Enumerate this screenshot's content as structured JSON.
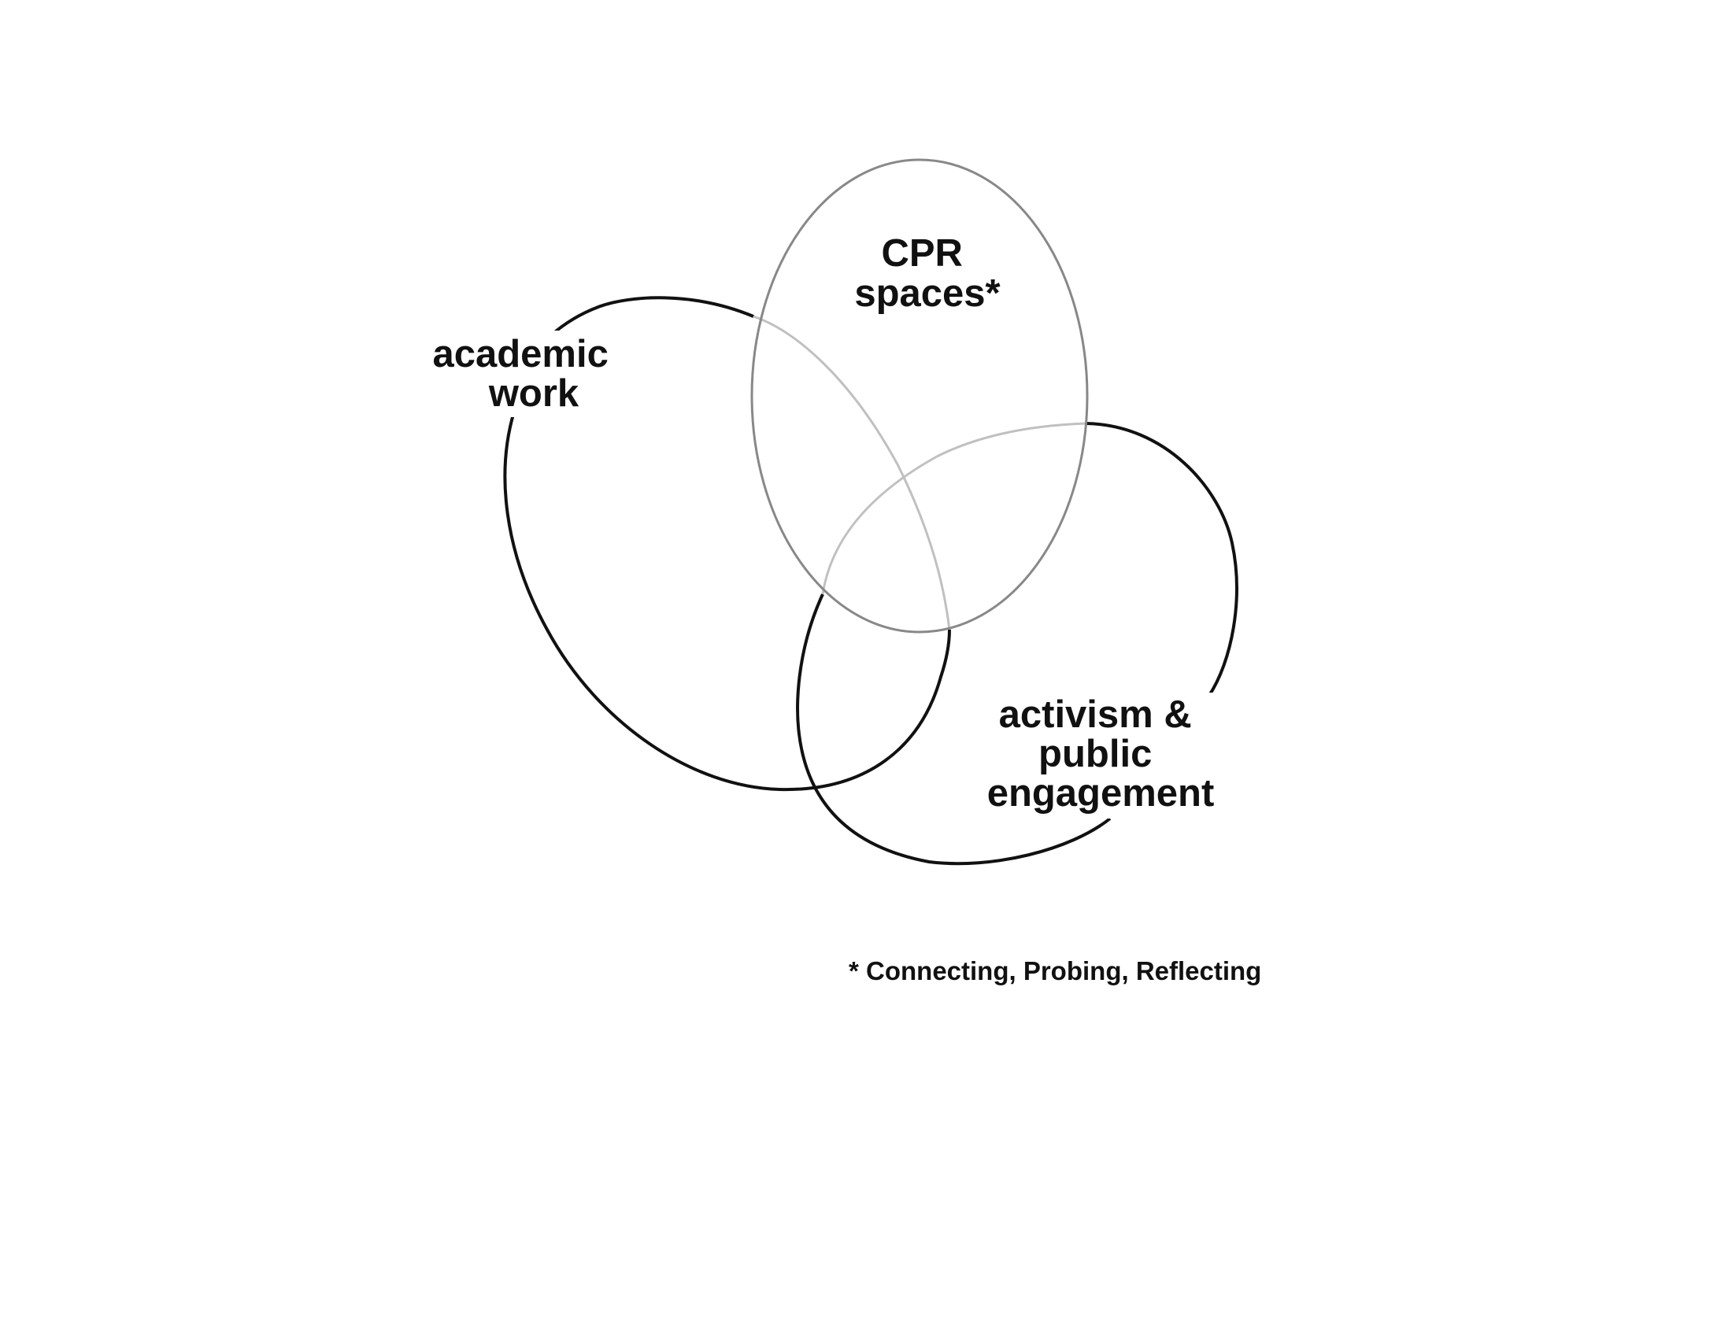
{
  "diagram": {
    "circles": [
      {
        "id": "cpr-spaces",
        "label_lines": [
          "CPR",
          "spaces*"
        ],
        "stroke": "#888888"
      },
      {
        "id": "academic-work",
        "label_lines": [
          "academic",
          "work"
        ],
        "stroke": "#111111"
      },
      {
        "id": "activism-public-engagement",
        "label_lines": [
          "activism &",
          "public",
          "engagement"
        ],
        "stroke": "#111111"
      }
    ],
    "overlap_stroke": "#c0c0c0",
    "footnote": "* Connecting, Probing, Reflecting"
  }
}
